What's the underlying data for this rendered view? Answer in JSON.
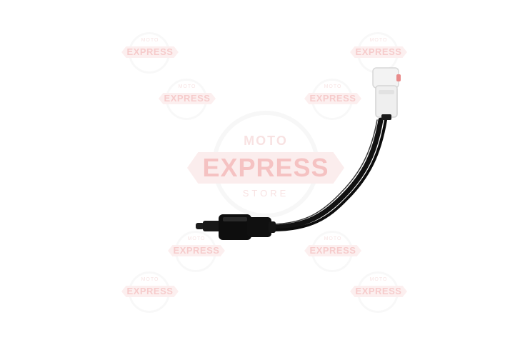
{
  "watermark": {
    "top_word": "MOTO",
    "main_word": "EXPRESS",
    "bottom_word": "STORE",
    "color": "#e04848"
  },
  "product": {
    "icon": "brake-light-switch-sensor-icon",
    "cable_color": "#111111",
    "connector_color": "#f0f0f0"
  }
}
